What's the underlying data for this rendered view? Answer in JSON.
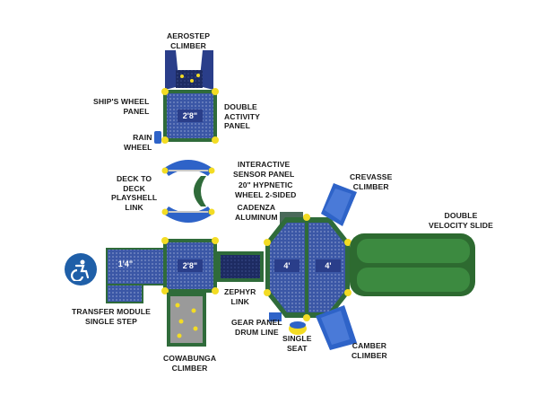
{
  "colors": {
    "deck_blue": "#3b57a6",
    "deck_dark": "#1d2b62",
    "structure_green": "#2f6b3a",
    "slide_green": "#2d6a30",
    "slide_blue": "#2e63c8",
    "post_yellow": "#f3dc24",
    "access_blue": "#1f5fa8"
  },
  "labels": {
    "aerostep": [
      "AEROSTEP",
      "CLIMBER"
    ],
    "ships_wheel": [
      "SHIP'S WHEEL",
      "PANEL"
    ],
    "double_activity": [
      "DOUBLE",
      "ACTIVITY",
      "PANEL"
    ],
    "rain_wheel": [
      "RAIN",
      "WHEEL"
    ],
    "deck_to_deck": [
      "DECK TO",
      "DECK",
      "PLAYSHELL",
      "LINK"
    ],
    "interactive": [
      "INTERACTIVE",
      "SENSOR PANEL"
    ],
    "hypnetic": [
      "20\" HYPNETIC",
      "WHEEL 2-SIDED"
    ],
    "cadenza": [
      "CADENZA",
      "ALUMINUM"
    ],
    "crevasse": [
      "CREVASSE",
      "CLIMBER"
    ],
    "double_velocity": [
      "DOUBLE",
      "VELOCITY SLIDE"
    ],
    "transfer": [
      "TRANSFER MODULE",
      "SINGLE STEP"
    ],
    "zephyr": [
      "ZEPHYR",
      "LINK"
    ],
    "gear_panel": [
      "GEAR PANEL",
      "DRUM LINE"
    ],
    "single_seat": [
      "SINGLE",
      "SEAT"
    ],
    "camber": [
      "CAMBER",
      "CLIMBER"
    ],
    "cowabunga": [
      "COWABUNGA",
      "CLIMBER"
    ]
  },
  "decks": {
    "top_deck": "2'8\"",
    "transfer_deck": "1'4\"",
    "main_deck": "2'8\"",
    "hex_left": "4'",
    "hex_right": "4'"
  },
  "icons": [
    "accessibility-icon"
  ]
}
